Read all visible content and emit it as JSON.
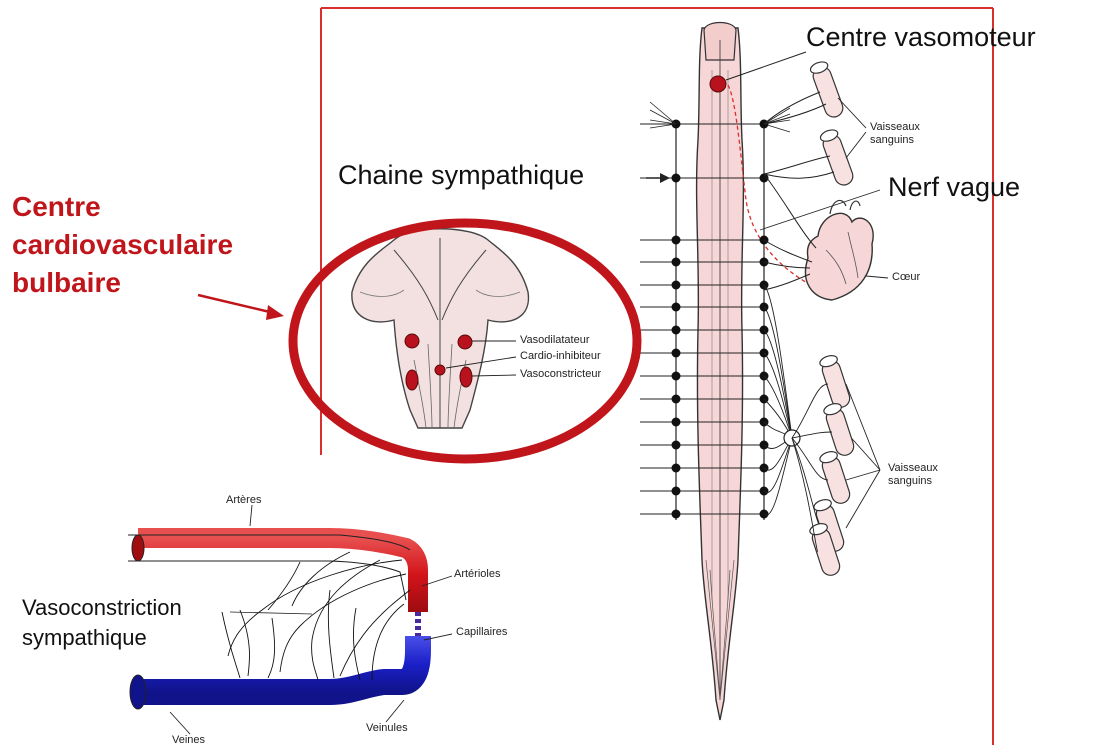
{
  "labels": {
    "centre_vasomoteur": "Centre vasomoteur",
    "chaine_sympathique": "Chaine sympathique",
    "nerf_vague": "Nerf vague",
    "vaisseaux_top": [
      "Vaisseaux",
      "sanguins"
    ],
    "coeur": "Cœur",
    "vaisseaux_bottom": [
      "Vaisseaux",
      "sanguins"
    ],
    "centre_cardio": [
      "Centre",
      "cardiovasculaire",
      "bulbaire"
    ],
    "vasodilatateur": "Vasodilatateur",
    "cardio_inhibiteur": "Cardio-inhibiteur",
    "vasoconstricteur": "Vasoconstricteur",
    "arteres": "Artères",
    "arterioles": "Artérioles",
    "capillaires": "Capillaires",
    "veinules": "Veinules",
    "veines": "Veines",
    "vasoconstriction": [
      "Vasoconstriction",
      "sympathique"
    ]
  },
  "colors": {
    "accent_red": "#c0161b",
    "frame_red": "#d9302f",
    "artery_red": "#d2141a",
    "vein_blue": "#1b20c8",
    "tissue_pink": "#f6d6d6",
    "nucleus_red": "#b8121e"
  }
}
